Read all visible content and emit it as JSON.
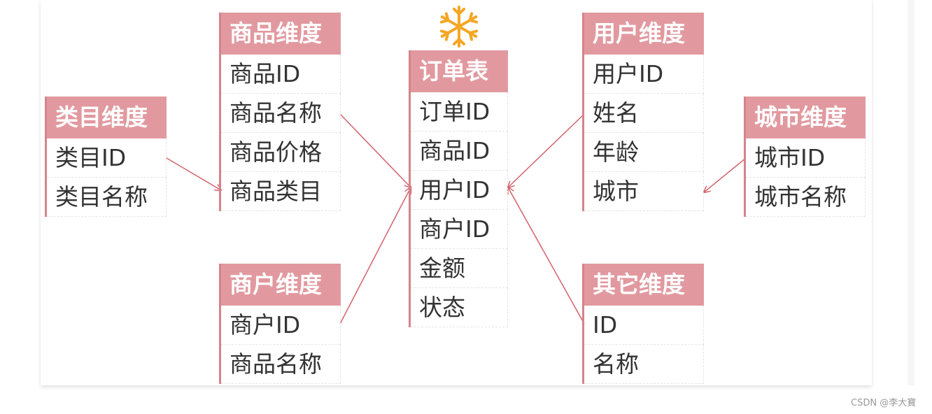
{
  "colors": {
    "header_fill": "#e1999f",
    "header_accent": "#d4848a",
    "header_text": "#ffffff",
    "row_text": "#333333",
    "arrow": "#d4626c",
    "snowflake": "#f5a623"
  },
  "center_icon": "snowflake-icon",
  "tables": {
    "category": {
      "title": "类目维度",
      "fields": [
        "类目ID",
        "类目名称"
      ]
    },
    "product": {
      "title": "商品维度",
      "fields": [
        "商品ID",
        "商品名称",
        "商品价格",
        "商品类目"
      ]
    },
    "merchant": {
      "title": "商户维度",
      "fields": [
        "商户ID",
        "商品名称"
      ]
    },
    "order": {
      "title": "订单表",
      "fields": [
        "订单ID",
        "商品ID",
        "用户ID",
        "商户ID",
        "金额",
        "状态"
      ]
    },
    "user": {
      "title": "用户维度",
      "fields": [
        "用户ID",
        "姓名",
        "年龄",
        "城市"
      ]
    },
    "city": {
      "title": "城市维度",
      "fields": [
        "城市ID",
        "城市名称"
      ]
    },
    "other": {
      "title": "其它维度",
      "fields": [
        "ID",
        "名称"
      ]
    }
  },
  "watermark": "CSDN @李大寶"
}
